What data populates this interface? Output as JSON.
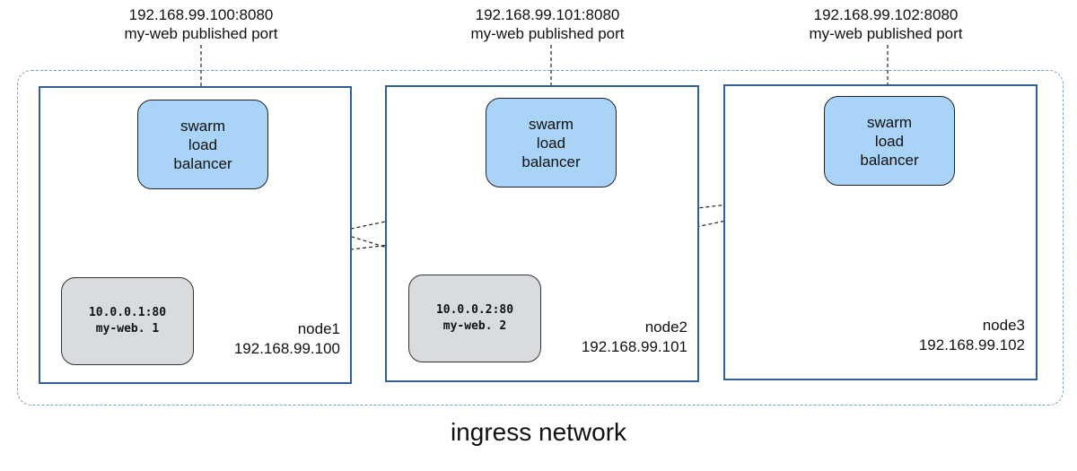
{
  "ports": [
    {
      "address": "192.168.99.100:8080",
      "label": "my-web published port"
    },
    {
      "address": "192.168.99.101:8080",
      "label": "my-web published port"
    },
    {
      "address": "192.168.99.102:8080",
      "label": "my-web published port"
    }
  ],
  "load_balancer": {
    "line1": "swarm",
    "line2": "load",
    "line3": "balancer"
  },
  "nodes": [
    {
      "name": "node1",
      "ip": "192.168.99.100"
    },
    {
      "name": "node2",
      "ip": "192.168.99.101"
    },
    {
      "name": "node3",
      "ip": "192.168.99.102"
    }
  ],
  "tasks": [
    {
      "address": "10.0.0.1:80",
      "name": "my-web. 1"
    },
    {
      "address": "10.0.0.2:80",
      "name": "my-web. 2"
    }
  ],
  "network": {
    "title": "ingress network"
  },
  "colors": {
    "node_border": "#2f5f96",
    "load_balancer_fill": "#a9d4f7",
    "task_fill": "#d9dcdf",
    "network_border": "#7a9cc8"
  }
}
